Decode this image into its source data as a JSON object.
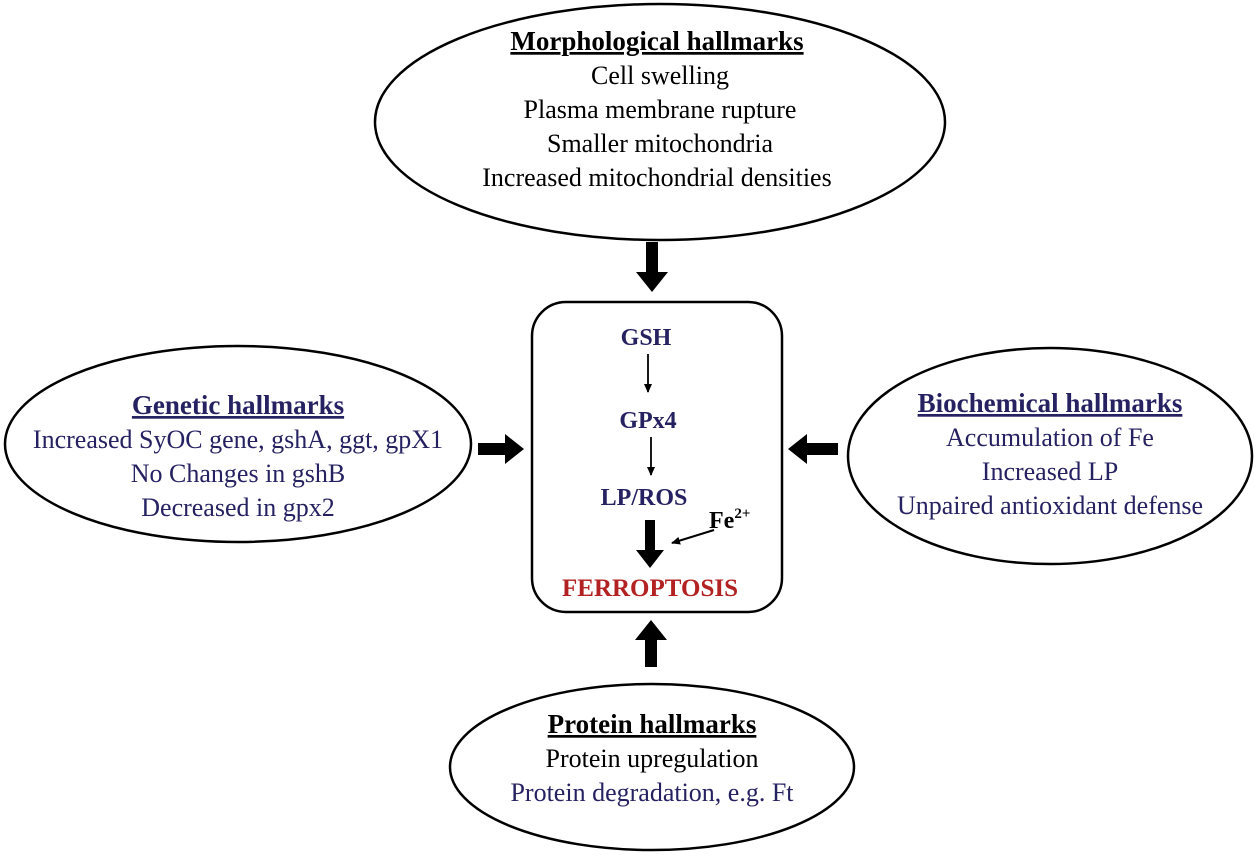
{
  "colors": {
    "black": "#000000",
    "navy": "#262262",
    "red": "#b22222"
  },
  "morphological": {
    "title": "Morphological hallmarks",
    "items": [
      "Cell swelling",
      "Plasma membrane rupture",
      "Smaller mitochondria",
      "Increased mitochondrial densities"
    ]
  },
  "genetic": {
    "title": "Genetic hallmarks",
    "items": [
      "Increased SyOC gene, gshA, ggt, gpX1",
      "No Changes in gshB",
      "Decreased in gpx2"
    ]
  },
  "biochemical": {
    "title": "Biochemical hallmarks",
    "items": [
      "Accumulation of Fe",
      "Increased LP",
      "Unpaired antioxidant defense"
    ]
  },
  "protein": {
    "title": "Protein hallmarks",
    "items": [
      "Protein upregulation",
      "Protein degradation, e.g. Ft"
    ]
  },
  "pathway": {
    "gsh": "GSH",
    "gpx4": "GPx4",
    "lpros": "LP/ROS",
    "fe": "Fe",
    "fe_charge": "2+",
    "outcome": "FERROPTOSIS"
  }
}
